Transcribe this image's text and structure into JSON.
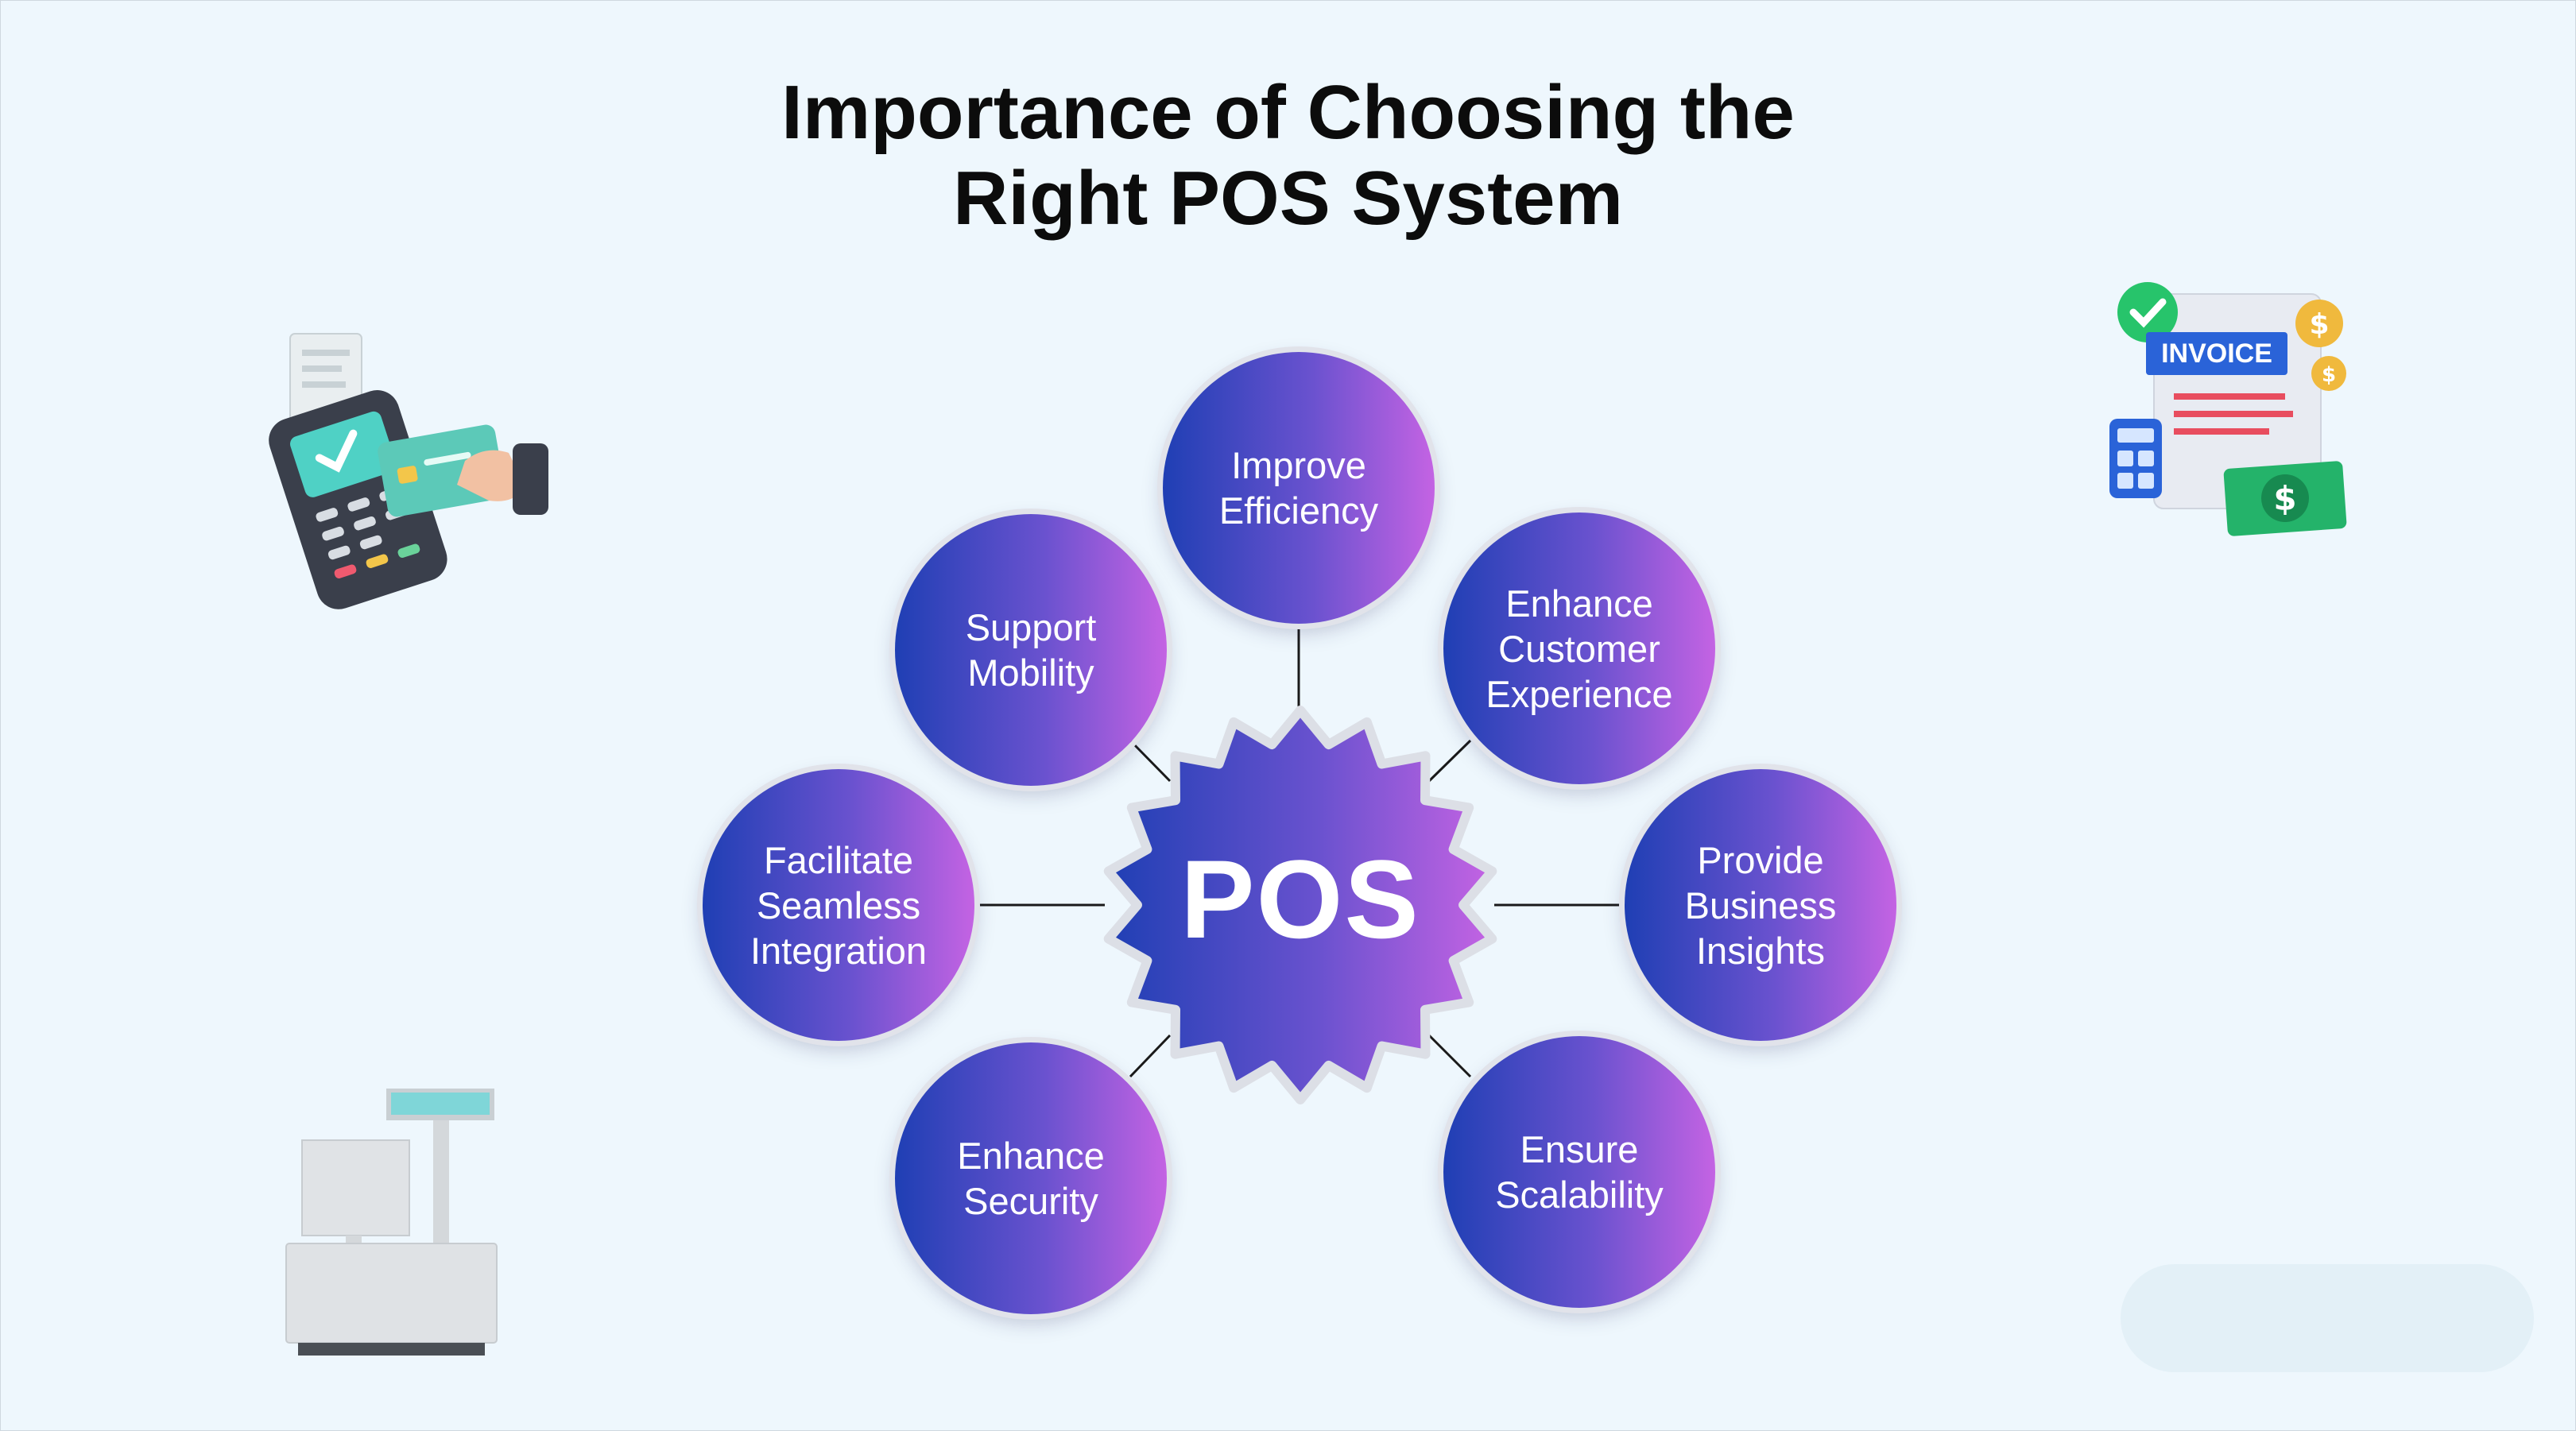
{
  "title": {
    "line1": "Importance of Choosing the",
    "line2": "Right POS System"
  },
  "hub": {
    "label": "POS"
  },
  "nodes": {
    "improve_efficiency": "Improve\nEfficiency",
    "enhance_customer_experience": "Enhance\nCustomer\nExperience",
    "provide_business_insights": "Provide\nBusiness\nInsights",
    "ensure_scalability": "Ensure\nScalability",
    "enhance_security": "Enhance\nSecurity",
    "facilitate_seamless_integration": "Facilitate\nSeamless\nIntegration",
    "support_mobility": "Support\nMobility"
  },
  "invoice_icon": {
    "label": "INVOICE"
  },
  "colors": {
    "background": "#eef7fd",
    "gradient_start": "#1f3fb4",
    "gradient_end": "#c463e3",
    "connector": "#1a1a1a",
    "title": "#0c0c0c"
  },
  "icons": [
    "card-terminal-icon",
    "invoice-icon",
    "cash-register-icon"
  ]
}
